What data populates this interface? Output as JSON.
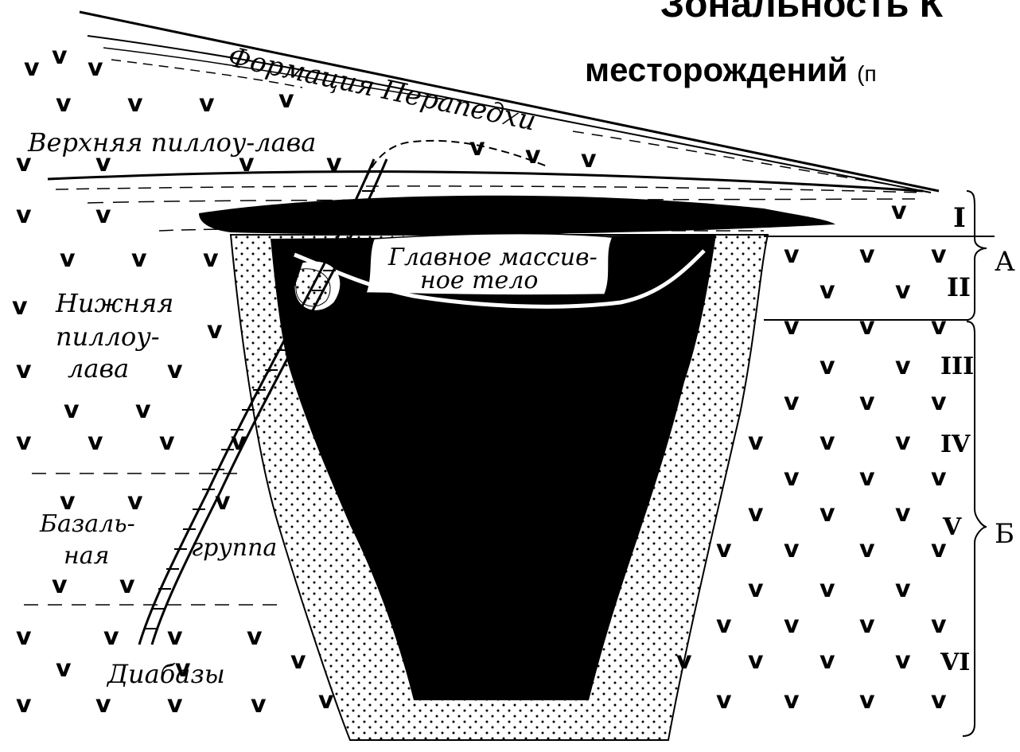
{
  "title": {
    "line1": "Зональность К",
    "line2_bold": "месторождений",
    "line2_paren": "(п"
  },
  "labels": {
    "perapedhi": "Формация Перапедхи",
    "upper_pillow": "Верхняя пиллоу-лава",
    "main_body_1": "Главное массив-",
    "main_body_2": "ное тело",
    "lower_pillow_1": "Нижняя",
    "lower_pillow_2": "пиллоу-",
    "lower_pillow_3": "лава",
    "basal_1": "Базаль-",
    "basal_2": "ная",
    "basal_3": "группа",
    "diabase": "Диабазы"
  },
  "zones": {
    "z1": "I",
    "z2": "II",
    "z3": "III",
    "z4": "IV",
    "z5": "V",
    "z6": "VI",
    "group_a": "А",
    "group_b": "Б"
  }
}
